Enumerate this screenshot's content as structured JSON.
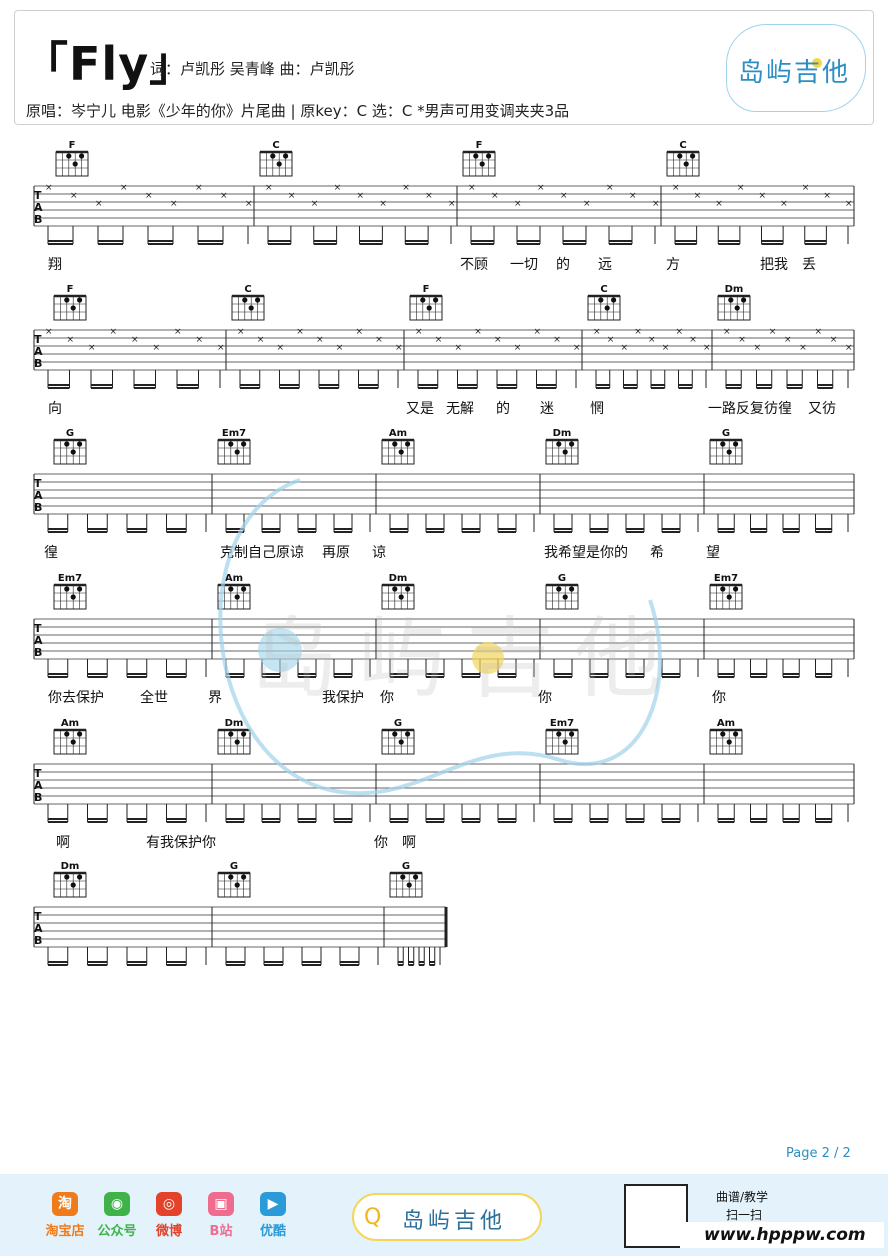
{
  "header": {
    "title": "「Fly」",
    "credits": "词：卢凯彤 吴青峰 曲：卢凯彤",
    "info": "原唱：岑宁儿 电影《少年的你》片尾曲 | 原key：C 选：C   *男声可用变调夹夹3品",
    "logo_text": "岛屿吉他"
  },
  "tab_letters": [
    "T",
    "A",
    "B"
  ],
  "systems": [
    {
      "chords": [
        "F",
        "C",
        "F",
        "C"
      ],
      "lyrics": [
        {
          "text": "翔"
        },
        {
          "text": "不顾"
        },
        {
          "text": "一切"
        },
        {
          "text": "的"
        },
        {
          "text": "远"
        },
        {
          "text": "方"
        },
        {
          "text": "把我"
        },
        {
          "text": "丢"
        }
      ]
    },
    {
      "chords": [
        "F",
        "C",
        "F",
        "C",
        "Dm"
      ],
      "lyrics": [
        {
          "text": "向"
        },
        {
          "text": "又是"
        },
        {
          "text": "无解"
        },
        {
          "text": "的"
        },
        {
          "text": "迷"
        },
        {
          "text": "惘"
        },
        {
          "text": "一路反复彷徨"
        },
        {
          "text": "又彷"
        }
      ]
    },
    {
      "chords": [
        "G",
        "Em7",
        "Am",
        "Dm",
        "G"
      ],
      "lyrics": [
        {
          "text": "徨"
        },
        {
          "text": "克制自己原谅"
        },
        {
          "text": "再原"
        },
        {
          "text": "谅"
        },
        {
          "text": "我希望是你的"
        },
        {
          "text": "希"
        },
        {
          "text": "望"
        }
      ]
    },
    {
      "chords": [
        "Em7",
        "Am",
        "Dm",
        "G",
        "Em7"
      ],
      "lyrics": [
        {
          "text": "你去保护"
        },
        {
          "text": "全世"
        },
        {
          "text": "界"
        },
        {
          "text": "我保护"
        },
        {
          "text": "你"
        },
        {
          "text": "你"
        },
        {
          "text": "你"
        }
      ]
    },
    {
      "chords": [
        "Am",
        "Dm",
        "G",
        "Em7",
        "Am"
      ],
      "lyrics": [
        {
          "text": "啊"
        },
        {
          "text": "有我保护你"
        },
        {
          "text": "你"
        },
        {
          "text": "啊"
        }
      ]
    },
    {
      "chords": [
        "Dm",
        "G",
        "G"
      ],
      "lyrics": []
    }
  ],
  "page_number": "Page 2 / 2",
  "footer": {
    "links": [
      {
        "label": "淘宝店",
        "icon": "taobao-icon",
        "glyph": "淘",
        "color": "#f07b1a"
      },
      {
        "label": "公众号",
        "icon": "wechat-icon",
        "glyph": "◉",
        "color": "#3fb34a"
      },
      {
        "label": "微博",
        "icon": "weibo-icon",
        "glyph": "◎",
        "color": "#e2432a"
      },
      {
        "label": "B站",
        "icon": "bilibili-icon",
        "glyph": "▣",
        "color": "#f06c8f"
      },
      {
        "label": "优酷",
        "icon": "youku-icon",
        "glyph": "▶",
        "color": "#2a9bd8"
      }
    ],
    "search_text": "岛屿吉他",
    "qr_label1": "曲谱/教学",
    "qr_label2": "扫一扫",
    "url": "www.hpppw.com"
  },
  "colors": {
    "accent": "#2b8fc3",
    "watermark": "#9fd3ea",
    "yellow": "#f3d65a"
  }
}
